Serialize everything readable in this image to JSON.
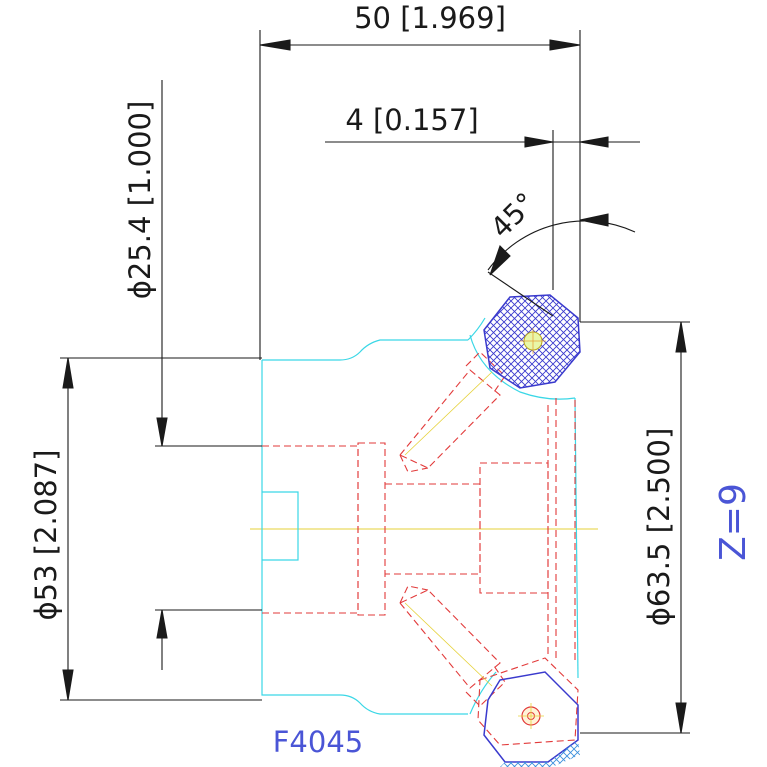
{
  "dimensions": {
    "overall_length": "50 [1.969]",
    "insert_offset": "4 [0.157]",
    "lead_angle": "45°",
    "bore_diameter": "ϕ25.4 [1.000]",
    "hub_diameter": "ϕ53 [2.087]",
    "cutter_diameter": "ϕ63.5 [2.500]"
  },
  "labels": {
    "part_number": "F4045",
    "tooth_count": "Z=9"
  },
  "colors": {
    "dimension": "#1a1a1a",
    "body_outline": "#3ad7e6",
    "hidden_lines": "#e23a3a",
    "center_line": "#e6d23a",
    "insert_hatch": "#3a3acd",
    "label_text": "#4a55d6"
  }
}
